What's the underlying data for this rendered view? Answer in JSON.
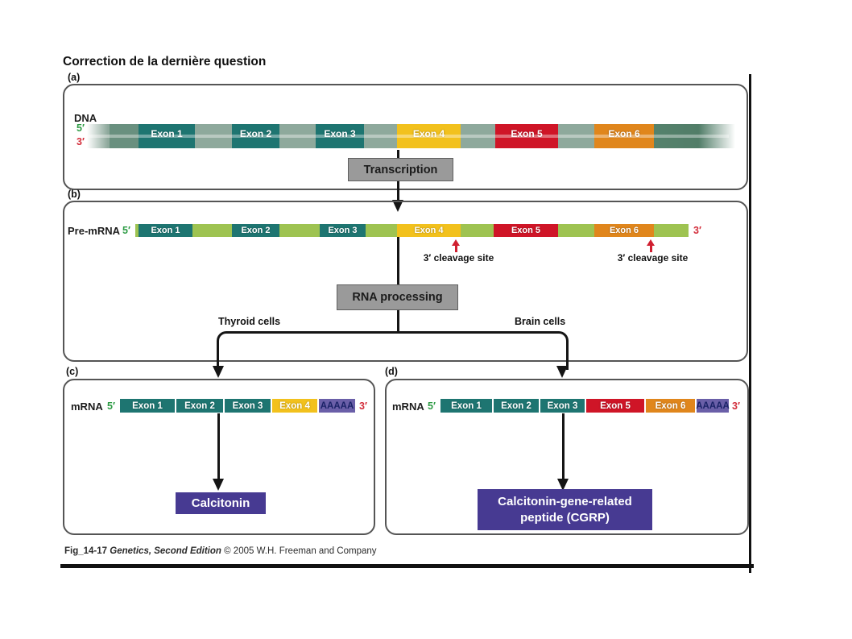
{
  "title": "Correction de la dernière question",
  "panels": {
    "a": "(a)",
    "b": "(b)",
    "c": "(c)",
    "d": "(d)"
  },
  "dna": {
    "label": "DNA",
    "five_prime": "5′",
    "three_prime": "3′",
    "exons": [
      "Exon 1",
      "Exon 2",
      "Exon 3",
      "Exon 4",
      "Exon 5",
      "Exon 6"
    ]
  },
  "transcription": {
    "label": "Transcription"
  },
  "pre_mrna": {
    "label": "Pre-mRNA",
    "five_prime": "5′",
    "three_prime": "3′",
    "exons": [
      "Exon 1",
      "Exon 2",
      "Exon 3",
      "Exon 4",
      "Exon 5",
      "Exon 6"
    ],
    "cleavage_site_left": "3′ cleavage site",
    "cleavage_site_right": "3′ cleavage site"
  },
  "rna_processing": {
    "label": "RNA processing"
  },
  "branches": {
    "left": "Thyroid cells",
    "right": "Brain cells"
  },
  "mrna_c": {
    "label": "mRNA",
    "five_prime": "5′",
    "three_prime": "3′",
    "segments": [
      "Exon 1",
      "Exon 2",
      "Exon 3",
      "Exon 4",
      "AAAAA"
    ]
  },
  "mrna_d": {
    "label": "mRNA",
    "five_prime": "5′",
    "three_prime": "3′",
    "segments": [
      "Exon 1",
      "Exon 2",
      "Exon 3",
      "Exon 5",
      "Exon 6",
      "AAAAA"
    ]
  },
  "products": {
    "calcitonin": "Calcitonin",
    "cgrp": "Calcitonin-gene-related peptide (CGRP)"
  },
  "caption": {
    "fig": "Fig_14-17",
    "book": "Genetics, Second Edition",
    "rest": "© 2005 W.H. Freeman and Company"
  },
  "colors": {
    "exon_teal": "#1e7571",
    "exon_yellow": "#f2c11d",
    "exon_red": "#cf1527",
    "exon_orange": "#e0861c",
    "dna_intron_sage": "#8ea99c",
    "premrna_intron_green": "#9ec351",
    "poly_a_purple": "#6a5fa8",
    "product_purple": "#473a92",
    "process_box_gray": "#9a9a9a",
    "five_prime_green": "#2e9c45",
    "three_prime_red": "#d3303d",
    "cleavage_arrow_red": "#d01f30"
  }
}
